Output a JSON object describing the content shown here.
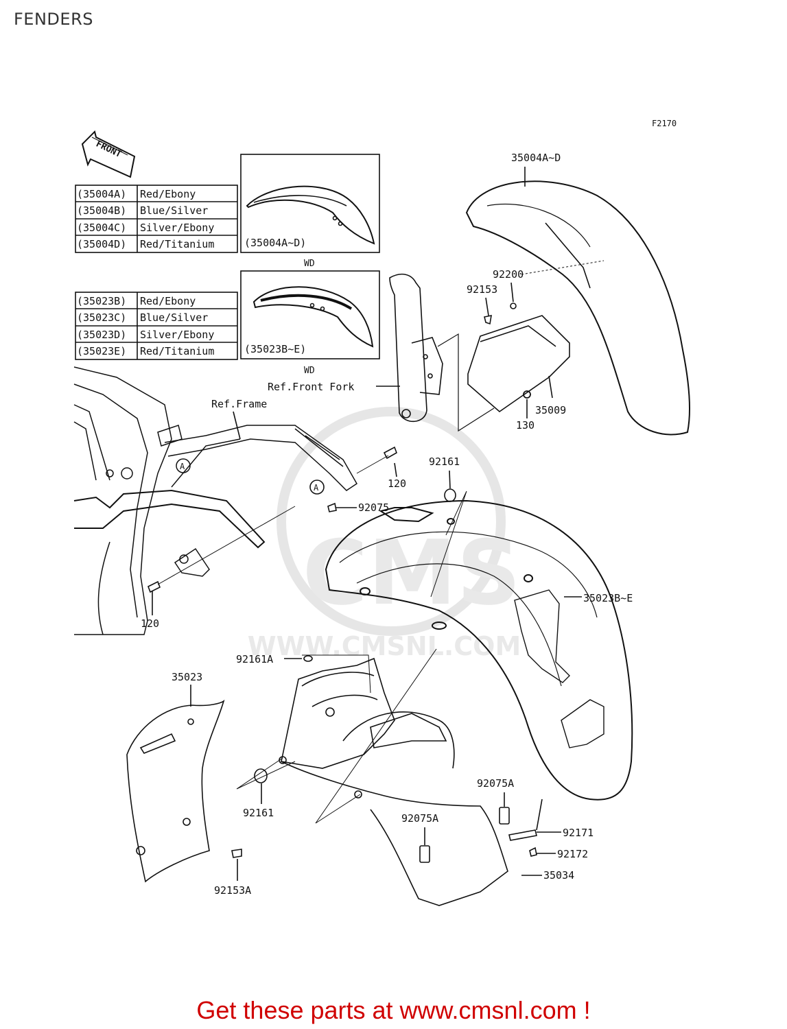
{
  "page": {
    "title": "FENDERS",
    "footer": "Get these parts at www.cmsnl.com !"
  },
  "diagram": {
    "figure_code": "F2170",
    "front_label": "FRONT",
    "color_table_a": [
      {
        "code": "(35004A)",
        "color": "Red/Ebony"
      },
      {
        "code": "(35004B)",
        "color": "Blue/Silver"
      },
      {
        "code": "(35004C)",
        "color": "Silver/Ebony"
      },
      {
        "code": "(35004D)",
        "color": "Red/Titanium"
      }
    ],
    "color_table_b": [
      {
        "code": "(35023B)",
        "color": "Red/Ebony"
      },
      {
        "code": "(35023C)",
        "color": "Blue/Silver"
      },
      {
        "code": "(35023D)",
        "color": "Silver/Ebony"
      },
      {
        "code": "(35023E)",
        "color": "Red/Titanium"
      }
    ],
    "inset_a_label": "(35004A~D)",
    "inset_b_label": "(35023B~E)",
    "wd_label": "WD",
    "ref_front_fork": "Ref.Front Fork",
    "ref_frame": "Ref.Frame",
    "marker_a": "A",
    "parts": {
      "p35004": "35004A~D",
      "p92200": "92200",
      "p92153": "92153",
      "p35009": "35009",
      "p130": "130",
      "p120_top": "120",
      "p120_bottom": "120",
      "p92161_top": "92161",
      "p92075": "92075",
      "p35023BE": "35023B~E",
      "p92161A": "92161A",
      "p35023": "35023",
      "p92161_bottom": "92161",
      "p92153A": "92153A",
      "p92075A_right": "92075A",
      "p92075A_left": "92075A",
      "p92171": "92171",
      "p92172": "92172",
      "p35034": "35034"
    },
    "watermark": "WWW.CMSNL.COM",
    "watermark_brand": "CMS"
  }
}
